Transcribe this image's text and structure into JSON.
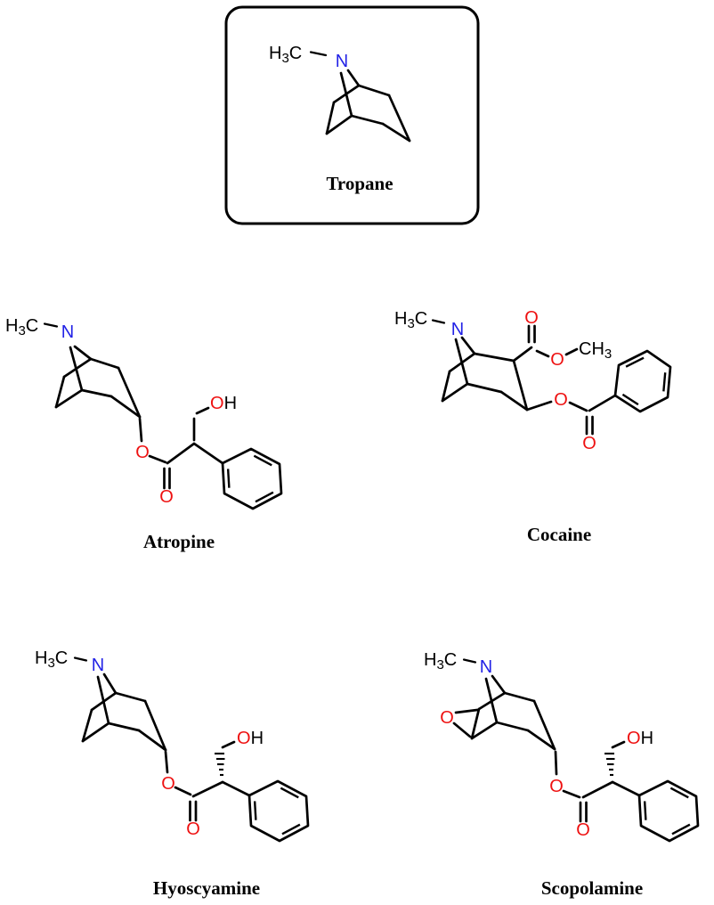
{
  "palette": {
    "background": "#ffffff",
    "bond": "#000000",
    "nitrogen": "#2222e6",
    "oxygen": "#ee1111",
    "label": "#000000"
  },
  "atoms": {
    "h3c": {
      "h": "H",
      "sub": "3",
      "c": "C"
    },
    "n": "N",
    "o": "O",
    "oh": {
      "o": "O",
      "h": "H"
    },
    "ch3": {
      "c": "CH",
      "sub": "3"
    }
  },
  "molecules": {
    "tropane": {
      "name": "Tropane"
    },
    "atropine": {
      "name": "Atropine"
    },
    "cocaine": {
      "name": "Cocaine"
    },
    "hyoscyamine": {
      "name": "Hyoscyamine"
    },
    "scopolamine": {
      "name": "Scopolamine"
    }
  }
}
